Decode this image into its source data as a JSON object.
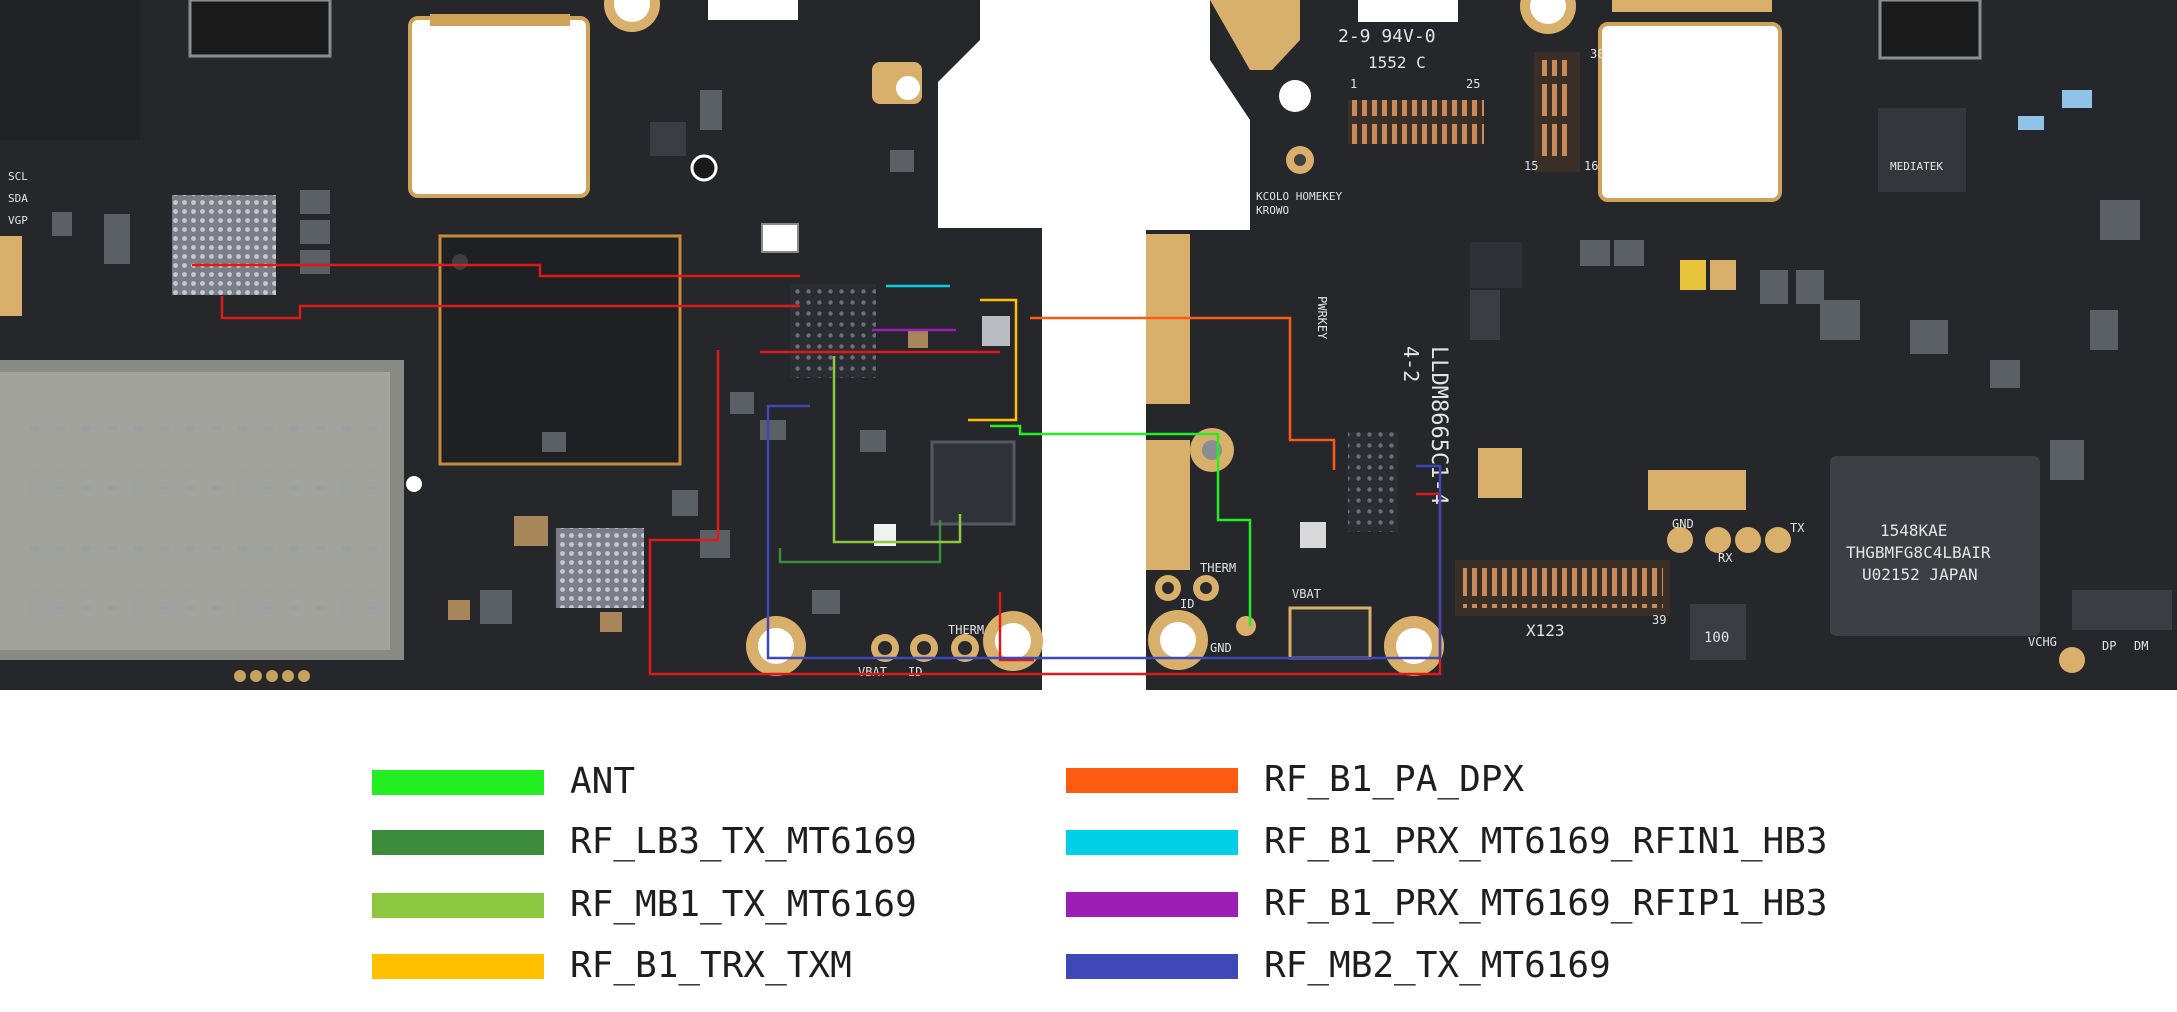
{
  "legend": {
    "items": [
      {
        "label": "ANT",
        "color": "#22ee22"
      },
      {
        "label": "RF_LB3_TX_MT6169",
        "color": "#3c8c3c"
      },
      {
        "label": "RF_MB1_TX_MT6169",
        "color": "#8dc63f"
      },
      {
        "label": "RF_B1_TRX_TXM",
        "color": "#ffc000"
      },
      {
        "label": "RF_B1_PA_DPX",
        "color": "#ff5a12"
      },
      {
        "label": "RF_B1_PRX_MT6169_RFIN1_HB3",
        "color": "#00cfe8"
      },
      {
        "label": "RF_B1_PRX_MT6169_RFIP1_HB3",
        "color": "#9b1fb6"
      },
      {
        "label": "RF_MB2_TX_MT6169",
        "color": "#3f48b8"
      }
    ]
  },
  "board_text": {
    "version_code": "2-9 94V-0",
    "date_code": "1552 C",
    "model_code": "LLDM8665C1-4",
    "model_rev": "4-2",
    "connector_label": "X123",
    "homekey_label_1": "KCOLO HOMEKEY",
    "homekey_label_2": "KROWO",
    "pwrkey_label": "PWRKEY",
    "pin_30": "30",
    "pin_25": "25",
    "pin_1": "1",
    "pin_15": "15",
    "pin_16": "16",
    "pin_39": "39",
    "therm_left": "THERM",
    "therm_right": "THERM",
    "vbat_left": "VBAT",
    "vbat_right": "VBAT",
    "id_left": "ID",
    "id_right": "ID",
    "gnd_bottom": "GND",
    "gnd_right": "GND",
    "rx_label": "RX",
    "tx_label": "TX",
    "vchg_label": "VCHG",
    "dp_label": "DP",
    "dm_label": "DM",
    "scl_label": "SCL",
    "sda_label": "SDA",
    "vgp_label": "VGP",
    "flash_line_1": "1548KAE",
    "flash_line_2": "THGBMFG8C4LBAIR",
    "flash_line_3": "U02152 JAPAN",
    "mediatek_label": "MEDIATEK",
    "coil_label": "100"
  }
}
